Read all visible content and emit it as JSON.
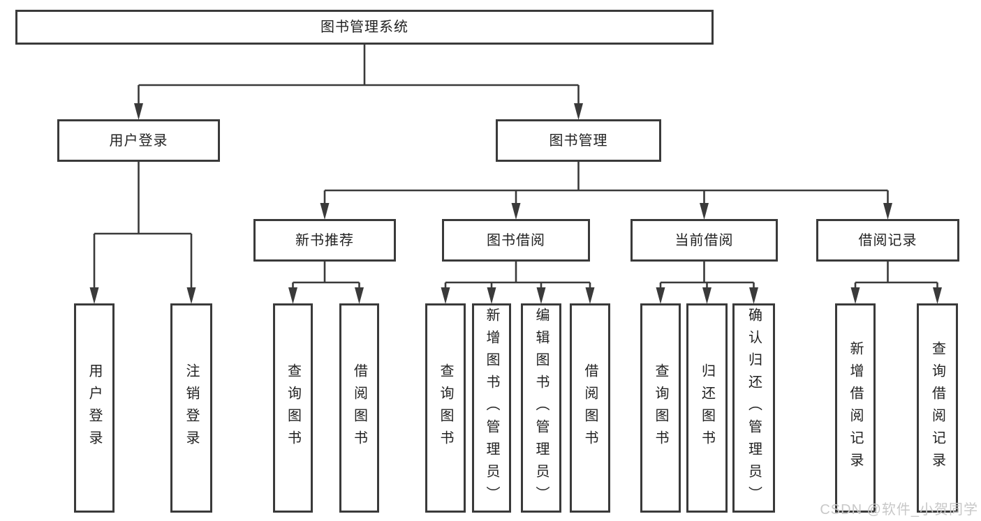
{
  "title": "图书管理系统",
  "watermark": "CSDN @软件_小贺同学",
  "colors": {
    "line": "#3a3a3a",
    "text": "#222222",
    "watermark": "#c8c8c8",
    "background": "#ffffff"
  },
  "nodes": {
    "root": {
      "label": "图书管理系统"
    },
    "user_login": {
      "label": "用户登录"
    },
    "book_mgmt": {
      "label": "图书管理"
    },
    "new_book_rec": {
      "label": "新书推荐"
    },
    "book_borrow": {
      "label": "图书借阅"
    },
    "current_borrow": {
      "label": "当前借阅"
    },
    "borrow_record": {
      "label": "借阅记录"
    },
    "leaf_user_login": {
      "label": "用户登录"
    },
    "leaf_logout": {
      "label": "注销登录"
    },
    "leaf_query_book_1": {
      "label": "查询图书"
    },
    "leaf_borrow_book_1": {
      "label": "借阅图书"
    },
    "leaf_query_book_2": {
      "label": "查询图书"
    },
    "leaf_add_book": {
      "label": "新增图书（管理员）"
    },
    "leaf_edit_book": {
      "label": "编辑图书（管理员）"
    },
    "leaf_borrow_book_2": {
      "label": "借阅图书"
    },
    "leaf_query_book_3": {
      "label": "查询图书"
    },
    "leaf_return_book": {
      "label": "归还图书"
    },
    "leaf_confirm_return": {
      "label": "确认归还（管理员）"
    },
    "leaf_add_record": {
      "label": "新增借阅记录"
    },
    "leaf_query_record": {
      "label": "查询借阅记录"
    }
  },
  "hierarchy": [
    {
      "parent": "root",
      "children": [
        "user_login",
        "book_mgmt"
      ]
    },
    {
      "parent": "user_login",
      "children": [
        "leaf_user_login",
        "leaf_logout"
      ]
    },
    {
      "parent": "book_mgmt",
      "children": [
        "new_book_rec",
        "book_borrow",
        "current_borrow",
        "borrow_record"
      ]
    },
    {
      "parent": "new_book_rec",
      "children": [
        "leaf_query_book_1",
        "leaf_borrow_book_1"
      ]
    },
    {
      "parent": "book_borrow",
      "children": [
        "leaf_query_book_2",
        "leaf_add_book",
        "leaf_edit_book",
        "leaf_borrow_book_2"
      ]
    },
    {
      "parent": "current_borrow",
      "children": [
        "leaf_query_book_3",
        "leaf_return_book",
        "leaf_confirm_return"
      ]
    },
    {
      "parent": "borrow_record",
      "children": [
        "leaf_add_record",
        "leaf_query_record"
      ]
    }
  ]
}
